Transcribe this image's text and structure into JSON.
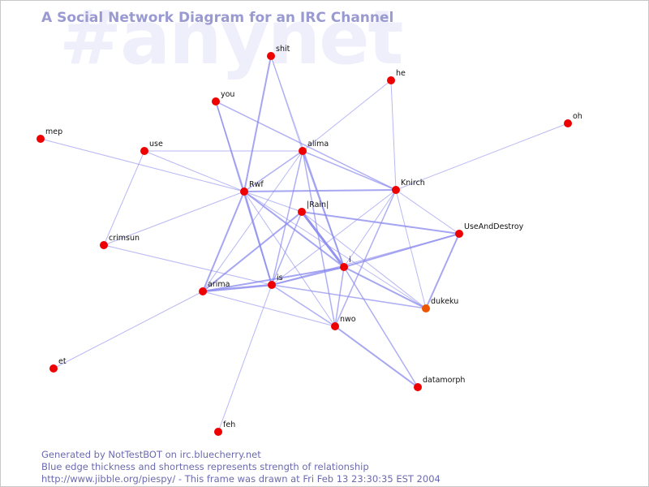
{
  "watermark": "#anynet",
  "title": "A Social Network Diagram for an IRC Channel",
  "footer": {
    "line1": "Generated by NotTestBOT on irc.bluecherry.net",
    "line2": "Blue edge thickness and shortness represents strength of relationship",
    "line3": "http://www.jibble.org/piespy/ - This frame was drawn at Fri Feb 13 23:30:35 EST 2004"
  },
  "colors": {
    "node": "#ee0000",
    "node_highlight": "#ee5500",
    "edge": "#8888ee",
    "title": "#9a9ad2",
    "watermark": "#efeffb",
    "footer": "#6a6ab0"
  },
  "nodes": [
    {
      "id": "shit",
      "label": "shit"
    },
    {
      "id": "he",
      "label": "he"
    },
    {
      "id": "you",
      "label": "you"
    },
    {
      "id": "oh",
      "label": "oh"
    },
    {
      "id": "mep",
      "label": "mep"
    },
    {
      "id": "use",
      "label": "use"
    },
    {
      "id": "alima",
      "label": "alima"
    },
    {
      "id": "Rwf",
      "label": "Rwf"
    },
    {
      "id": "Knirch",
      "label": "Knirch"
    },
    {
      "id": "Rain",
      "label": "|Rain|"
    },
    {
      "id": "UseAndDestroy",
      "label": "UseAndDestroy"
    },
    {
      "id": "crimsun",
      "label": "crimsun"
    },
    {
      "id": "i",
      "label": "i"
    },
    {
      "id": "arima",
      "label": "arima"
    },
    {
      "id": "is",
      "label": "is"
    },
    {
      "id": "dukeku",
      "label": "dukeku",
      "highlight": true
    },
    {
      "id": "nwo",
      "label": "nwo"
    },
    {
      "id": "et",
      "label": "et"
    },
    {
      "id": "datamorph",
      "label": "datamorph"
    },
    {
      "id": "feh",
      "label": "feh"
    }
  ],
  "edges": [
    [
      "shit",
      "Rwf",
      2
    ],
    [
      "shit",
      "alima",
      1
    ],
    [
      "shit",
      "i",
      1
    ],
    [
      "he",
      "alima",
      1
    ],
    [
      "he",
      "Knirch",
      1
    ],
    [
      "you",
      "Rwf",
      1.5
    ],
    [
      "you",
      "Knirch",
      1.5
    ],
    [
      "you",
      "is",
      1.5
    ],
    [
      "oh",
      "Knirch",
      1
    ],
    [
      "mep",
      "Rwf",
      1
    ],
    [
      "use",
      "alima",
      1
    ],
    [
      "use",
      "Rwf",
      1
    ],
    [
      "use",
      "crimsun",
      1
    ],
    [
      "alima",
      "Rwf",
      1.5
    ],
    [
      "alima",
      "Knirch",
      1.5
    ],
    [
      "alima",
      "i",
      2
    ],
    [
      "alima",
      "is",
      1.5
    ],
    [
      "alima",
      "arima",
      1
    ],
    [
      "alima",
      "nwo",
      1.5
    ],
    [
      "Rwf",
      "Knirch",
      2
    ],
    [
      "Rwf",
      "i",
      2
    ],
    [
      "Rwf",
      "arima",
      2
    ],
    [
      "Rwf",
      "is",
      2
    ],
    [
      "Rwf",
      "Rain",
      1
    ],
    [
      "Rwf",
      "dukeku",
      1
    ],
    [
      "Rwf",
      "nwo",
      1
    ],
    [
      "Rwf",
      "crimsun",
      1
    ],
    [
      "Knirch",
      "UseAndDestroy",
      1
    ],
    [
      "Knirch",
      "i",
      1
    ],
    [
      "Knirch",
      "is",
      1
    ],
    [
      "Knirch",
      "nwo",
      1.5
    ],
    [
      "Knirch",
      "dukeku",
      1
    ],
    [
      "Rain",
      "UseAndDestroy",
      2
    ],
    [
      "Rain",
      "i",
      3
    ],
    [
      "Rain",
      "arima",
      2
    ],
    [
      "Rain",
      "is",
      1.5
    ],
    [
      "Rain",
      "dukeku",
      1
    ],
    [
      "i",
      "UseAndDestroy",
      2
    ],
    [
      "i",
      "is",
      2
    ],
    [
      "i",
      "arima",
      2
    ],
    [
      "i",
      "dukeku",
      2
    ],
    [
      "i",
      "nwo",
      1.5
    ],
    [
      "i",
      "datamorph",
      1.5
    ],
    [
      "UseAndDestroy",
      "dukeku",
      2
    ],
    [
      "UseAndDestroy",
      "is",
      1
    ],
    [
      "crimsun",
      "is",
      1
    ],
    [
      "arima",
      "is",
      2.5
    ],
    [
      "arima",
      "nwo",
      1
    ],
    [
      "arima",
      "et",
      1
    ],
    [
      "is",
      "dukeku",
      1.5
    ],
    [
      "is",
      "nwo",
      1.5
    ],
    [
      "is",
      "feh",
      1
    ],
    [
      "nwo",
      "datamorph",
      2
    ]
  ]
}
